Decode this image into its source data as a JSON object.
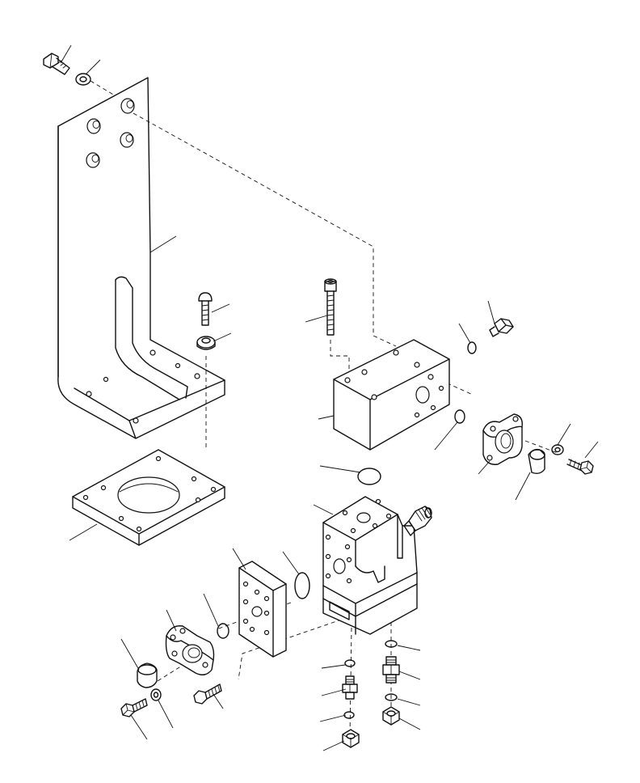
{
  "diagram": {
    "kind": "exploded-parts-view",
    "parts": [
      {
        "id": "bolt-top-left",
        "label": ""
      },
      {
        "id": "washer-top-left",
        "label": ""
      },
      {
        "id": "l-bracket",
        "label": ""
      },
      {
        "id": "bolt-bracket",
        "label": ""
      },
      {
        "id": "washer-bracket",
        "label": ""
      },
      {
        "id": "socket-screw",
        "label": ""
      },
      {
        "id": "adapter-plate",
        "label": ""
      },
      {
        "id": "valve-block",
        "label": ""
      },
      {
        "id": "plug-top-right",
        "label": ""
      },
      {
        "id": "o-ring-plug",
        "label": ""
      },
      {
        "id": "o-ring-block-side",
        "label": ""
      },
      {
        "id": "flange-right",
        "label": ""
      },
      {
        "id": "cap-right",
        "label": ""
      },
      {
        "id": "washer-right",
        "label": ""
      },
      {
        "id": "bolt-right",
        "label": ""
      },
      {
        "id": "o-ring-valve-top",
        "label": ""
      },
      {
        "id": "control-valve",
        "label": ""
      },
      {
        "id": "hose-fitting",
        "label": ""
      },
      {
        "id": "o-ring-valve-side",
        "label": ""
      },
      {
        "id": "intermediate-plate",
        "label": ""
      },
      {
        "id": "o-ring-plate",
        "label": ""
      },
      {
        "id": "flange-left",
        "label": ""
      },
      {
        "id": "cap-left",
        "label": ""
      },
      {
        "id": "washer-left",
        "label": ""
      },
      {
        "id": "bolt-left",
        "label": ""
      },
      {
        "id": "screw-flange-left",
        "label": ""
      },
      {
        "id": "fitting-bottom-left",
        "label": ""
      },
      {
        "id": "fitting-bottom-right",
        "label": ""
      },
      {
        "id": "nut-bottom-left",
        "label": ""
      },
      {
        "id": "nut-bottom-right",
        "label": ""
      }
    ]
  }
}
